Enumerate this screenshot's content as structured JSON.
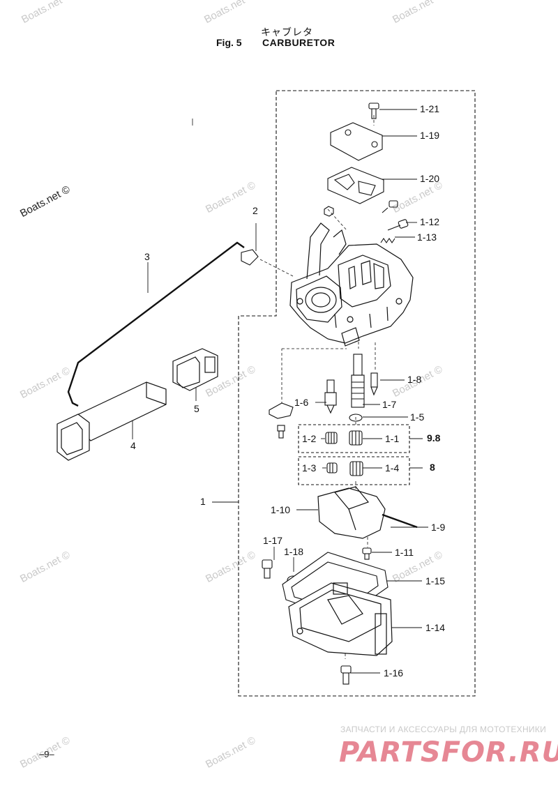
{
  "header": {
    "title_jp": "キャブレタ",
    "fig_label": "Fig. 5",
    "title": "CARBURETOR"
  },
  "watermark": {
    "text": "Boats.net ©"
  },
  "page_number": "–9–",
  "brand": {
    "tagline": "ЗАПЧАСТИ И АКСЕССУАРЫ ДЛЯ МОТОТЕХНИКИ",
    "logo": "PARTSFOR.RU",
    "color": "#e06a7a"
  },
  "callouts": {
    "c1_21": "1-21",
    "c1_19": "1-19",
    "c1_20": "1-20",
    "c1_12": "1-12",
    "c1_13": "1-13",
    "c2": "2",
    "c3": "3",
    "c4": "4",
    "c5": "5",
    "c1_8": "1-8",
    "c1_6": "1-6",
    "c1_7": "1-7",
    "c1_5": "1-5",
    "c1_2": "1-2",
    "c1_1": "1-1",
    "c1_3": "1-3",
    "c1_4": "1-4",
    "g9_8": "9.8",
    "g8": "8",
    "c1": "1",
    "c1_10": "1-10",
    "c1_9": "1-9",
    "c1_11": "1-11",
    "c1_17": "1-17",
    "c1_18": "1-18",
    "c1_15": "1-15",
    "c1_14": "1-14",
    "c1_16": "1-16"
  }
}
